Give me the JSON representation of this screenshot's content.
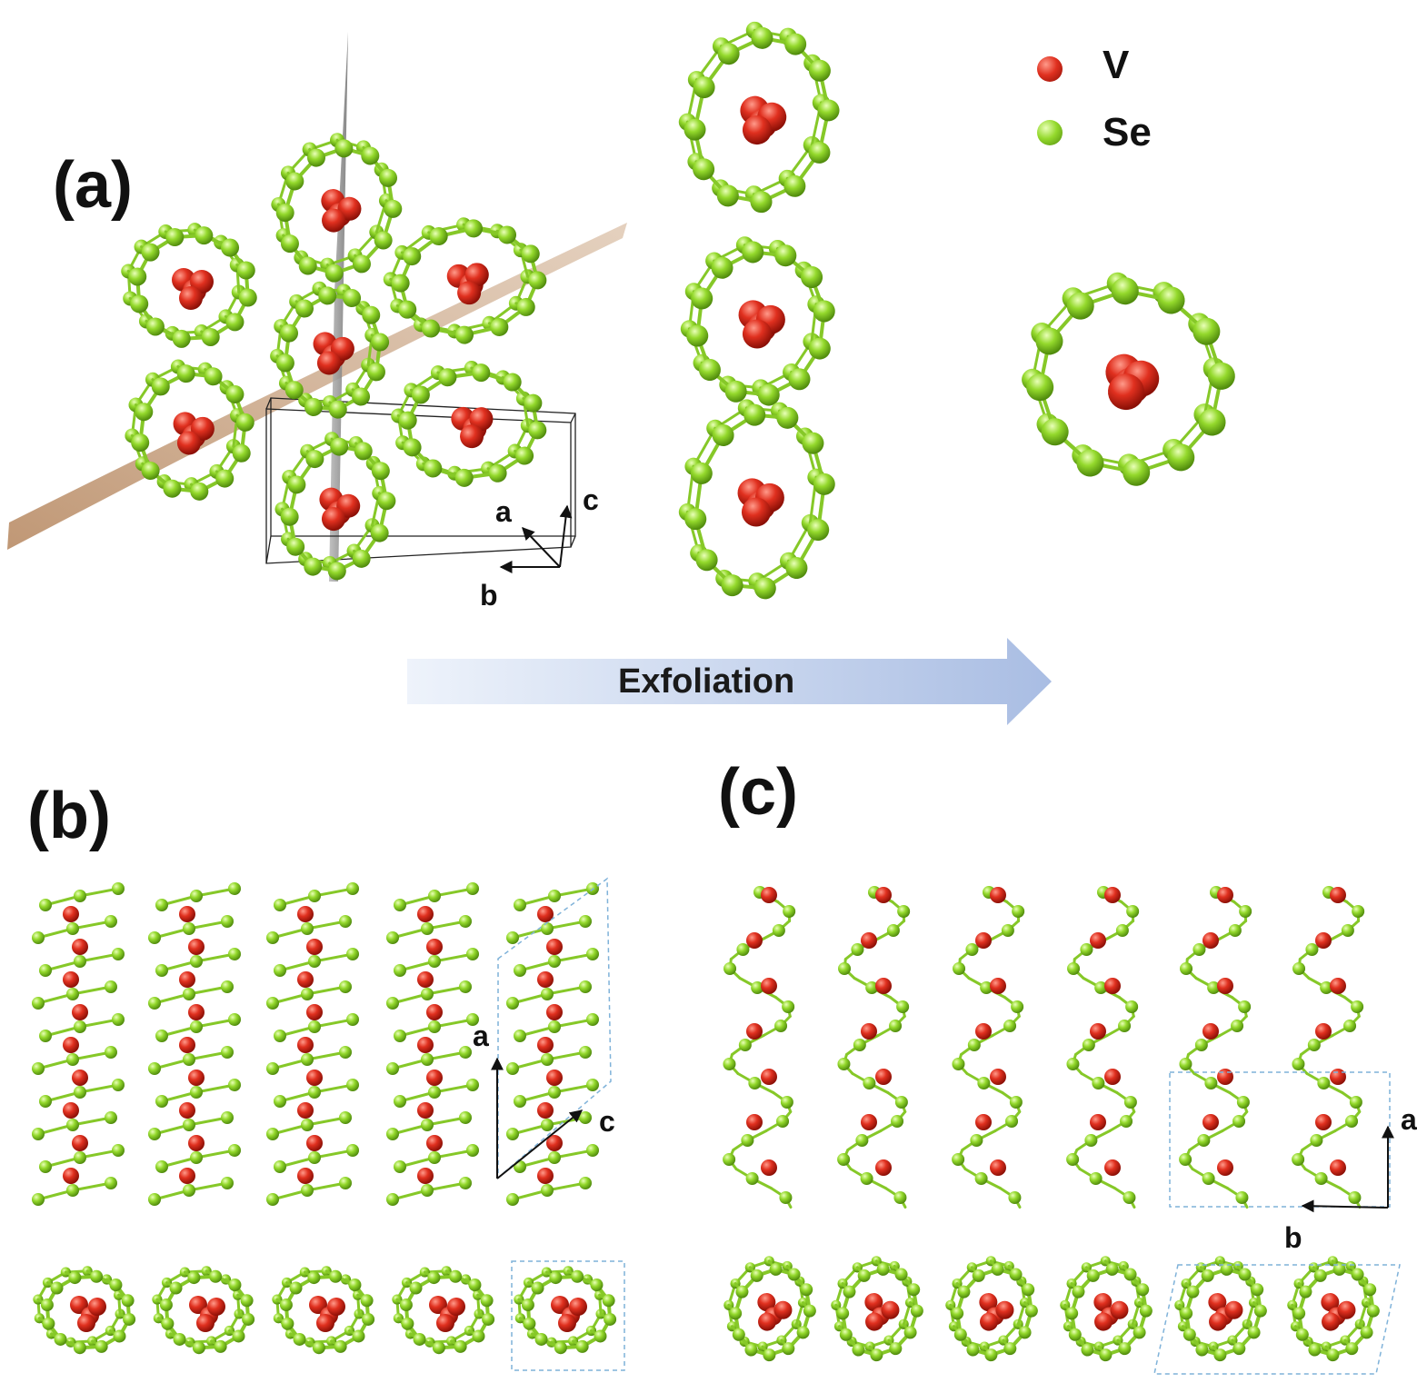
{
  "panels": {
    "a": "(a)",
    "b": "(b)",
    "c": "(c)"
  },
  "legend": {
    "items": [
      {
        "symbol": "V",
        "color": "#d32a1c"
      },
      {
        "symbol": "Se",
        "color": "#8fd62b"
      }
    ]
  },
  "axes": {
    "panel_a": {
      "a": "a",
      "b": "b",
      "c": "c"
    },
    "panel_b": {
      "a": "a",
      "c": "c"
    },
    "panel_c": {
      "a": "a",
      "b": "b"
    }
  },
  "process_arrow": {
    "label": "Exfoliation"
  },
  "colors": {
    "vanadium": "#d32a1c",
    "selenium": "#8fd62b",
    "bond": "#86c828",
    "plane_brown": "#c9a27e",
    "plane_gray": "#8a8a8a",
    "arrow_start": "#eef3fb",
    "arrow_end": "#a9bde3",
    "cell_dashed": "#7fb2d9"
  }
}
